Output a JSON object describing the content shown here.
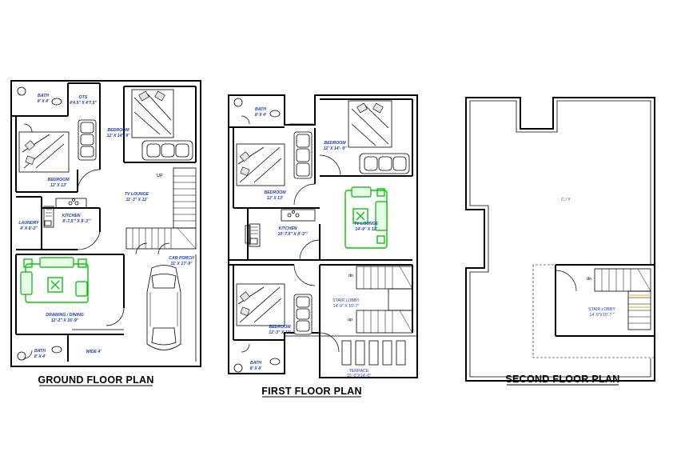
{
  "plans": [
    {
      "title": "GROUND FLOOR PLAN",
      "rooms": [
        {
          "name": "BATH",
          "size": "8' X 4'"
        },
        {
          "name": "OTS",
          "size": "4'4.5\" X 4'7.5\""
        },
        {
          "name": "BEDROOM",
          "size": "12' X 14'- 9\""
        },
        {
          "name": "BEDROOM",
          "size": "12' X 13'"
        },
        {
          "name": "TV LOUNGE",
          "size": "11'-3\" X 12'"
        },
        {
          "name": "LAUNDRY",
          "size": "4' X 8'-2\""
        },
        {
          "name": "KITCHEN",
          "size": "8'-7.5\"' X 8'-3\"'"
        },
        {
          "name": "CAR PORCH",
          "size": "11' X 17'-9\""
        },
        {
          "name": "DRAWING / DINING",
          "size": "12'-2\" X 16'-9\""
        },
        {
          "name": "BATH",
          "size": "8' X 4'"
        },
        {
          "name": "WIDE 4'",
          "size": ""
        }
      ],
      "labels": {
        "up": "UP"
      }
    },
    {
      "title": "FIRST FLOOR PLAN",
      "rooms": [
        {
          "name": "BATH",
          "size": "8' X 4'"
        },
        {
          "name": "BEDROOM",
          "size": "12' X 14'- 9\""
        },
        {
          "name": "BEDROOM",
          "size": "12' X 13'"
        },
        {
          "name": "TV LOUNGE",
          "size": "14'-9\" X 12'"
        },
        {
          "name": "KITCHEN",
          "size": "10'-7.5\" X 8'-3\"'"
        },
        {
          "name": "STAIR LOBBY",
          "size": "14'-9\" X 10'-7\""
        },
        {
          "name": "BEDROOM",
          "size": "12'-3\" X 13'"
        },
        {
          "name": "BATH",
          "size": "8' X 4'"
        },
        {
          "name": "TERRACE",
          "size": "15'-0\"X14'-0\""
        }
      ],
      "labels": {
        "dn": "dn",
        "up": "up"
      }
    },
    {
      "title": "SECOND FLOOR PLAN",
      "rooms": [
        {
          "name": "C / Y",
          "size": ""
        },
        {
          "name": "STAIR LOBBY",
          "size": "14'-9\"X10'-7 \""
        }
      ],
      "labels": {
        "dn": "dn"
      }
    }
  ]
}
